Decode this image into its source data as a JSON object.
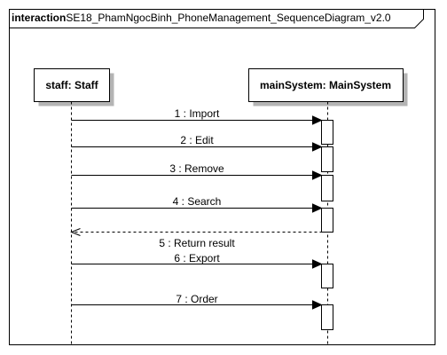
{
  "frame": {
    "keyword": "interaction",
    "name": "SE18_PhamNgocBinh_PhoneManagement_SequenceDiagram_v2.0"
  },
  "lifelines": [
    {
      "id": "staff",
      "label": "staff: Staff"
    },
    {
      "id": "main",
      "label": "mainSystem: MainSystem"
    }
  ],
  "messages": [
    {
      "number": 1,
      "label": "1 : Import",
      "from": "staff",
      "to": "main",
      "kind": "sync"
    },
    {
      "number": 2,
      "label": "2 : Edit",
      "from": "staff",
      "to": "main",
      "kind": "sync"
    },
    {
      "number": 3,
      "label": "3 : Remove",
      "from": "staff",
      "to": "main",
      "kind": "sync"
    },
    {
      "number": 4,
      "label": "4 : Search",
      "from": "staff",
      "to": "main",
      "kind": "sync"
    },
    {
      "number": 5,
      "label": "5 : Return result",
      "from": "main",
      "to": "staff",
      "kind": "return"
    },
    {
      "number": 6,
      "label": "6 : Export",
      "from": "staff",
      "to": "main",
      "kind": "sync"
    },
    {
      "number": 7,
      "label": "7 : Order",
      "from": "staff",
      "to": "main",
      "kind": "sync"
    }
  ],
  "colors": {
    "line": "#000000",
    "lifeline_dash": "#000000",
    "shadow": "#b4b4b4",
    "fill": "#ffffff"
  }
}
